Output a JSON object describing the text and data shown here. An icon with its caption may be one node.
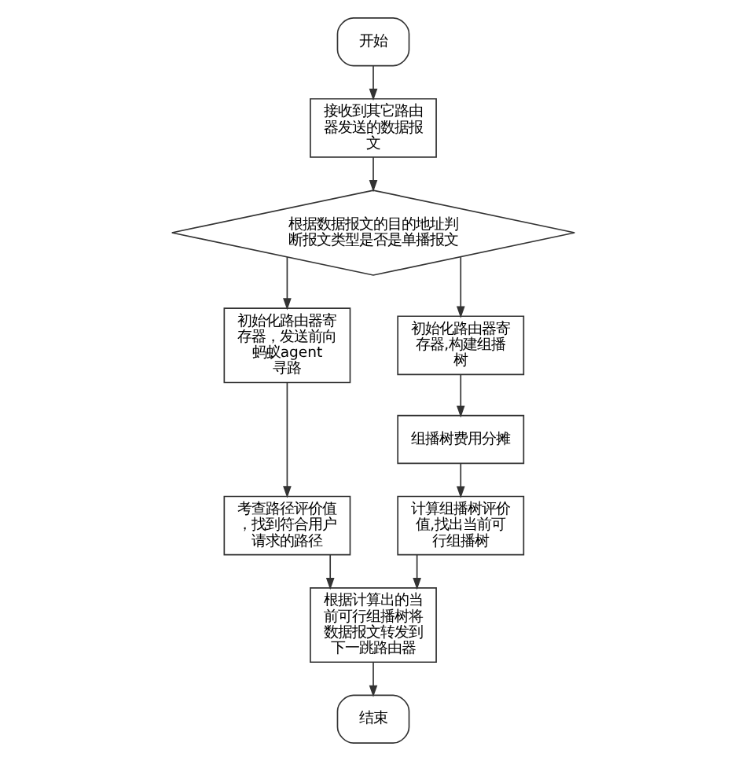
{
  "diagram": {
    "nodes": [
      {
        "text": [
          "开始"
        ]
      },
      {
        "text": [
          "接收到其它路由器发送的数据报文"
        ]
      },
      {
        "text": [
          "根据数据报文的目的地址判断报文类型是否是单播报文"
        ]
      },
      {
        "text": [
          "初始化路由器寄存器，发送前向蚂蚁agent寻路"
        ]
      },
      {
        "text": [
          "初始化路由器寄存器,构建组播树"
        ]
      },
      {
        "text": [
          "组播树费用分摊"
        ]
      },
      {
        "text": [
          "考查路径评价值，找到符合用户请求的路径"
        ]
      },
      {
        "text": [
          "计算组播树评价值,找出当前可行组播树"
        ]
      },
      {
        "text": [
          "根据计算出的当前可行组播树将数据报文转发到下一跳路由器"
        ]
      },
      {
        "text": [
          "结束"
        ]
      }
    ],
    "edges": [
      {
        "from": 0,
        "to": 1,
        "arrow": "to"
      },
      {
        "from": 1,
        "to": 2,
        "arrow": "to"
      },
      {
        "from": 2,
        "to": 3,
        "arrow": "to"
      },
      {
        "from": 2,
        "to": 4,
        "arrow": "to"
      },
      {
        "from": 4,
        "to": 5,
        "arrow": "to"
      },
      {
        "from": 3,
        "to": 6,
        "arrow": "to"
      },
      {
        "from": 5,
        "to": 7,
        "arrow": "to"
      },
      {
        "from": 6,
        "to": 8,
        "arrow": "to"
      },
      {
        "from": 7,
        "to": 8,
        "arrow": "to"
      },
      {
        "from": 8,
        "to": 9,
        "arrow": "to"
      }
    ]
  }
}
